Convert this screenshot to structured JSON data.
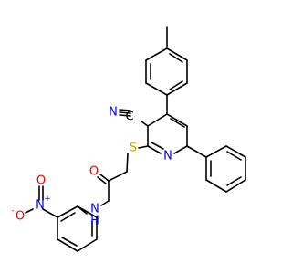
{
  "molecule": {
    "atoms": {
      "cn_c": {
        "text": "C",
        "color": "#000000"
      },
      "cn_n": {
        "text": "N",
        "color": "#0000ff"
      },
      "sulfur": {
        "text": "S",
        "color": "#b3b300"
      },
      "pyridine_n": {
        "text": "N",
        "color": "#0000ff"
      },
      "carbonyl_o": {
        "text": "O",
        "color": "#ff0000"
      },
      "amide_n": {
        "text": "N",
        "color": "#0000ff"
      },
      "amide_h": {
        "text": "H",
        "color": "#0000ff"
      },
      "nitro_n": {
        "text": "N",
        "color": "#0000ff"
      },
      "nitro_n_charge": {
        "text": "+",
        "color": "#0000ff"
      },
      "nitro_o_top": {
        "text": "O",
        "color": "#ff0000"
      },
      "nitro_o_left": {
        "text": "O",
        "color": "#ff0000"
      },
      "nitro_o_charge": {
        "text": "-",
        "color": "#ff0000"
      }
    },
    "bond_color": "#000000"
  }
}
